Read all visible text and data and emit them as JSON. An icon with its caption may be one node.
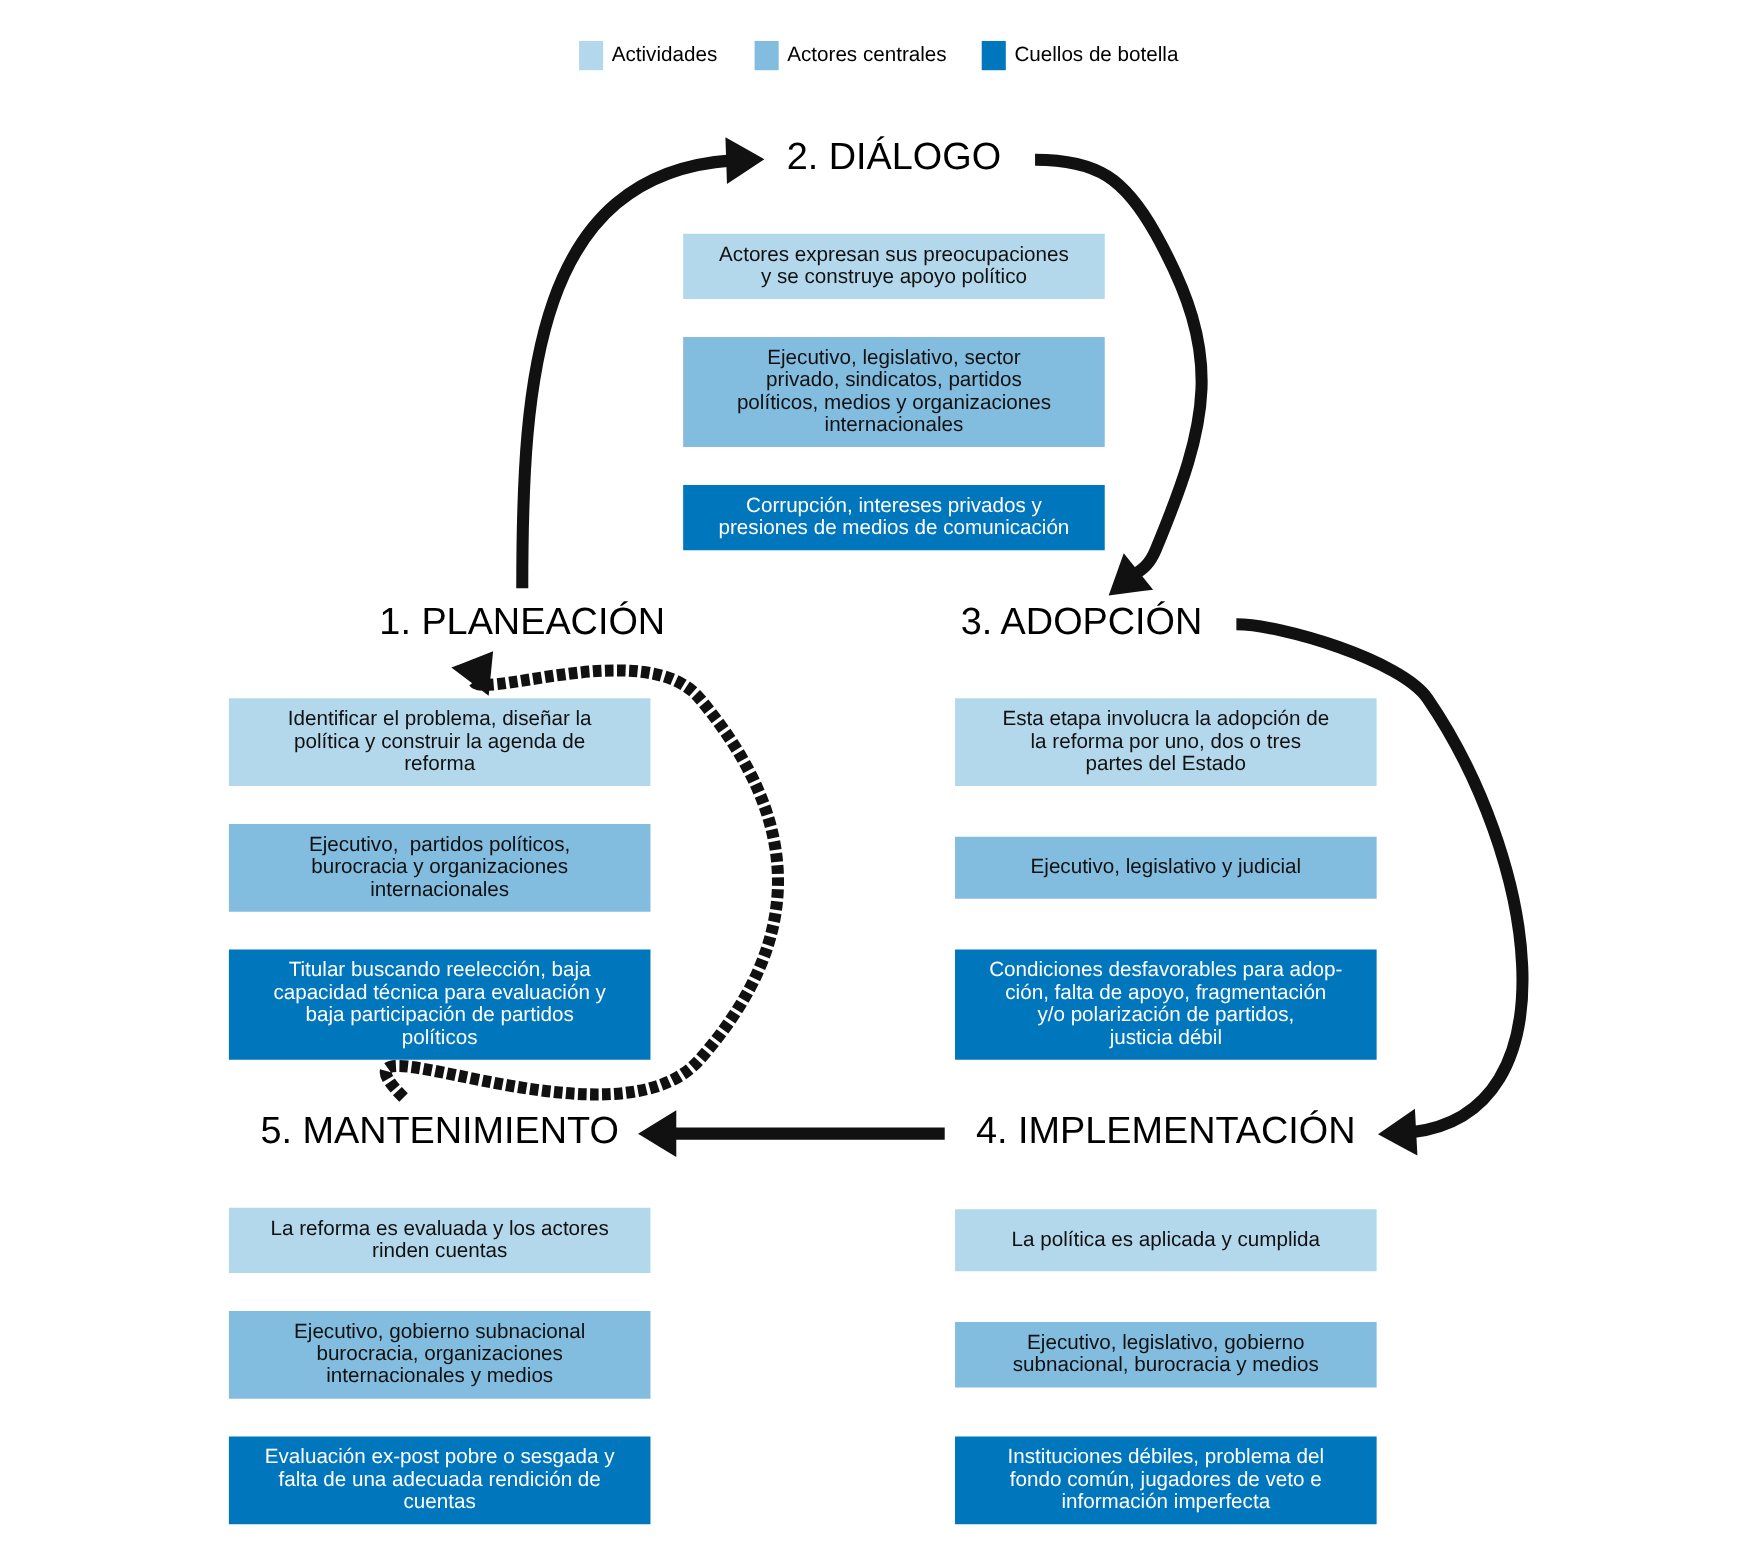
{
  "diagram": {
    "nodes": [
      {
        "text": [
          "1. PLANEACIÓN"
        ]
      },
      {
        "text": [
          "Identificar el problema, diseñar la política y construir la agenda de reforma"
        ]
      },
      {
        "text": [
          "Ejecutivo,  partidos políticos, burocracia y organizaciones internacionales"
        ]
      },
      {
        "text": [
          "Titular buscando reelección, baja capacidad técnica para evaluación y baja participación de partidos políticos"
        ]
      },
      {
        "text": [
          "2. DIÁLOGO"
        ]
      },
      {
        "text": [
          "Actores expresan sus preocupaciones y se construye apoyo político"
        ]
      },
      {
        "text": [
          "Ejecutivo, legislativo, sector privado, sindicatos, partidos políticos, medios y organizaciones internacionales"
        ]
      },
      {
        "text": [
          "Corrupción, intereses privados y presiones de medios de comunicación"
        ]
      },
      {
        "text": [
          "3. ADOPCIÓN"
        ]
      },
      {
        "text": [
          "Esta etapa involucra la adopción de la reforma por uno, dos o tres partes del Estado"
        ]
      },
      {
        "text": [
          "Ejecutivo, legislativo y judicial"
        ]
      },
      {
        "text": [
          "Condiciones desfavorables para adop-ción, falta de apoyo, fragmentación y/o polarización de partidos, justicia débil"
        ]
      },
      {
        "text": [
          "4. IMPLEMENTACIÓN"
        ]
      },
      {
        "text": [
          "La política es aplicada y cumplida"
        ]
      },
      {
        "text": [
          "Ejecutivo, legislativo, gobierno subnacional, burocracia y medios"
        ]
      },
      {
        "text": [
          "Instituciones débiles, problema del fondo común, jugadores de veto e información imperfecta"
        ]
      },
      {
        "text": [
          "5. MANTENIMIENTO"
        ]
      },
      {
        "text": [
          "La reforma es evaluada y los actores rinden cuentas"
        ]
      },
      {
        "text": [
          "Ejecutivo, gobierno subnacional burocracia, organizaciones internacionales y medios"
        ]
      },
      {
        "text": [
          "Evaluación ex-post pobre o sesgada y falta de una adecuada rendición de cuentas"
        ]
      }
    ],
    "edges": [
      {
        "from": 0,
        "to": 4,
        "arrow": "to"
      },
      {
        "from": 4,
        "to": 8,
        "arrow": "to"
      },
      {
        "from": 8,
        "to": 12,
        "arrow": "to"
      },
      {
        "from": 12,
        "to": 16,
        "arrow": "to"
      },
      {
        "from": 16,
        "to": 0,
        "arrow": "to",
        "style": "dashed"
      }
    ],
    "legend": [
      {
        "text": "Actividades",
        "color": "#b3d8ec"
      },
      {
        "text": "Actores centrales",
        "color": "#82bcdf"
      },
      {
        "text": "Cuellos de botella",
        "color": "#0076bd"
      }
    ]
  }
}
